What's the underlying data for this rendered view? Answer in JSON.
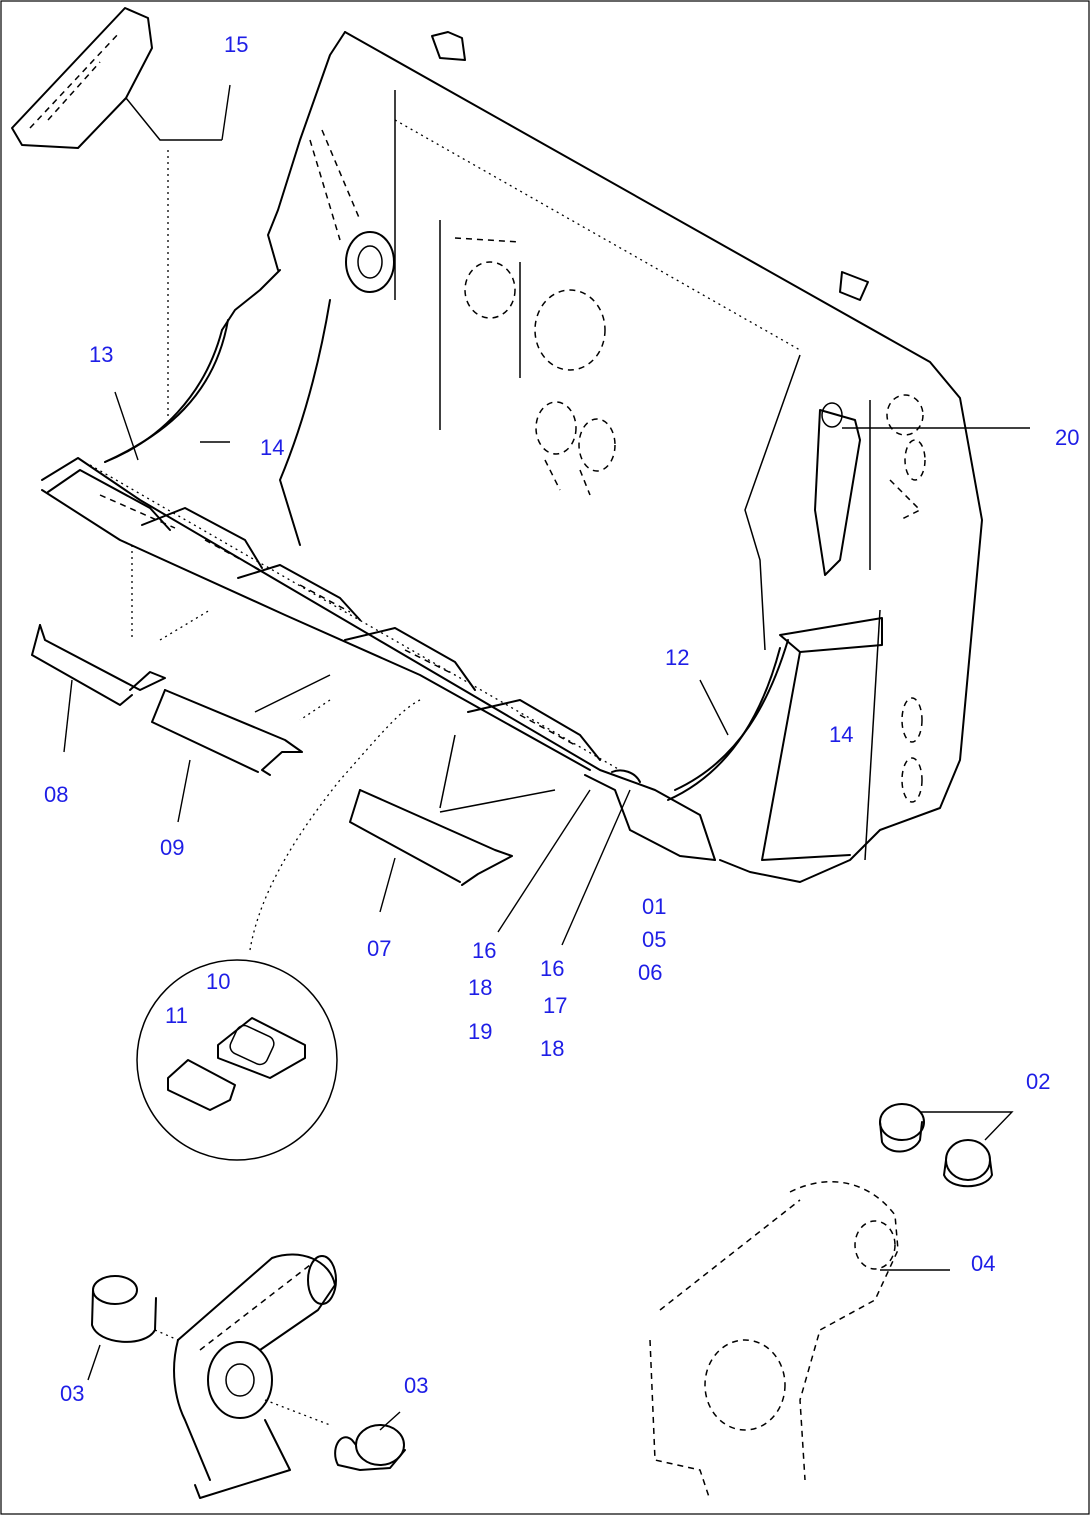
{
  "diagram": {
    "callouts": [
      {
        "id": "c15",
        "text": "15"
      },
      {
        "id": "c13",
        "text": "13"
      },
      {
        "id": "c14a",
        "text": "14"
      },
      {
        "id": "c20",
        "text": "20"
      },
      {
        "id": "c12",
        "text": "12"
      },
      {
        "id": "c14b",
        "text": "14"
      },
      {
        "id": "c08",
        "text": "08"
      },
      {
        "id": "c09",
        "text": "09"
      },
      {
        "id": "c07",
        "text": "07"
      },
      {
        "id": "c16a",
        "text": "16"
      },
      {
        "id": "c18a",
        "text": "18"
      },
      {
        "id": "c19",
        "text": "19"
      },
      {
        "id": "c16b",
        "text": "16"
      },
      {
        "id": "c17",
        "text": "17"
      },
      {
        "id": "c18b",
        "text": "18"
      },
      {
        "id": "c01",
        "text": "01"
      },
      {
        "id": "c05",
        "text": "05"
      },
      {
        "id": "c06",
        "text": "06"
      },
      {
        "id": "c10",
        "text": "10"
      },
      {
        "id": "c11",
        "text": "11"
      },
      {
        "id": "c02",
        "text": "02"
      },
      {
        "id": "c04",
        "text": "04"
      },
      {
        "id": "c03a",
        "text": "03"
      },
      {
        "id": "c03b",
        "text": "03"
      }
    ]
  }
}
